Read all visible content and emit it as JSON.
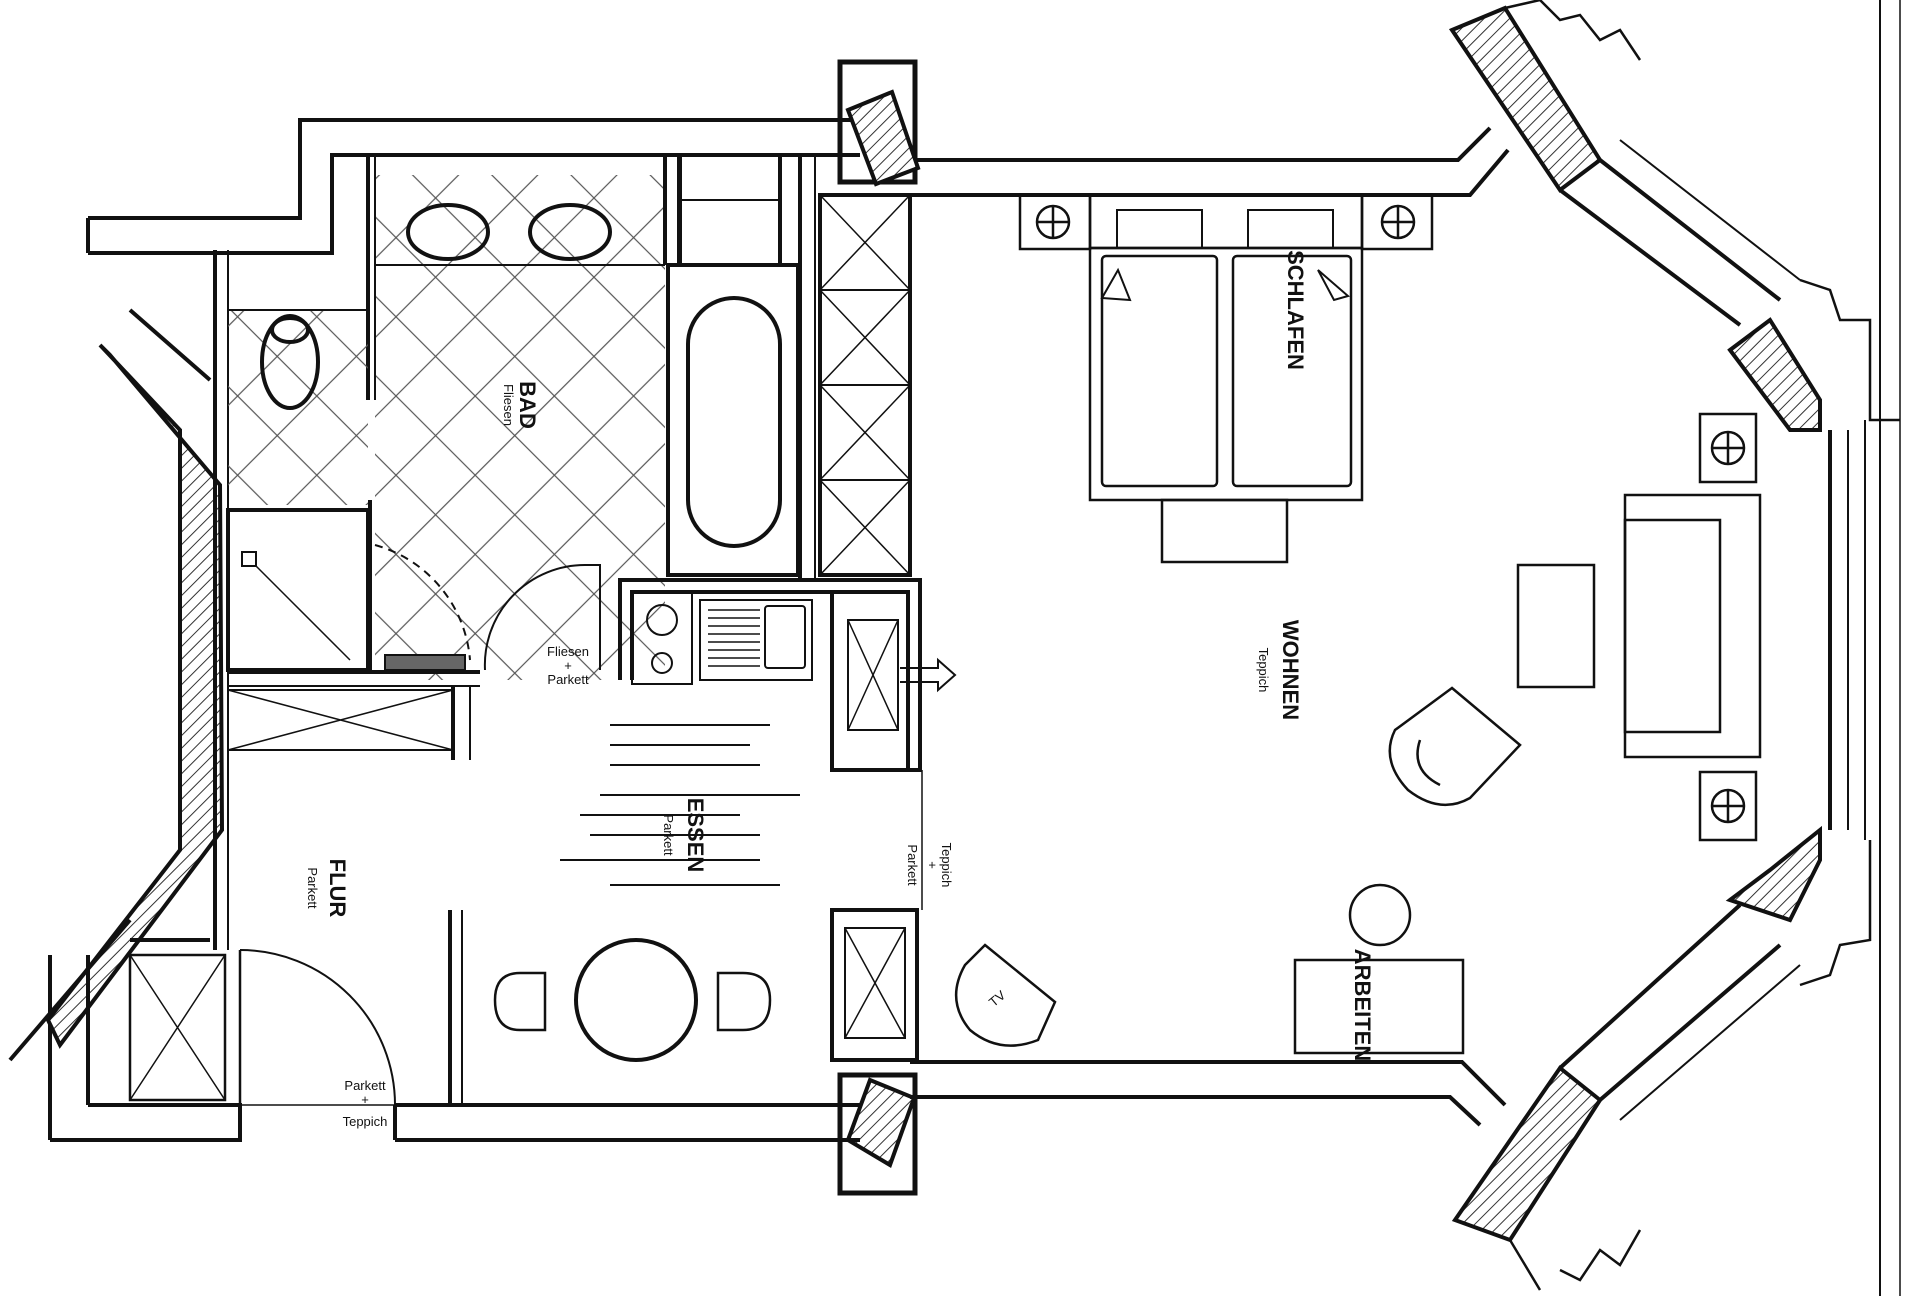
{
  "rooms": {
    "bad": {
      "name": "BAD",
      "floor": "Fliesen"
    },
    "schlafen": {
      "name": "SCHLAFEN"
    },
    "wohnen": {
      "name": "WOHNEN",
      "floor": "Teppich"
    },
    "essen": {
      "name": "ESSEN",
      "floor": "Parkett"
    },
    "flur": {
      "name": "FLUR",
      "floor": "Parkett"
    },
    "arbeiten": {
      "name": "ARBEITEN"
    }
  },
  "transitions": {
    "bad_flur": {
      "line1": "Fliesen",
      "line2": "+",
      "line3": "Parkett"
    },
    "essen_wohnen": {
      "line1": "Teppich",
      "line2": "+",
      "line3": "Parkett"
    },
    "flur_entry": {
      "line1": "Parkett",
      "line2": "+",
      "line3": "Teppich"
    }
  },
  "furniture": {
    "tv": "TV"
  },
  "colors": {
    "line": "#111111",
    "background": "#ffffff",
    "hatch": "#333333"
  }
}
